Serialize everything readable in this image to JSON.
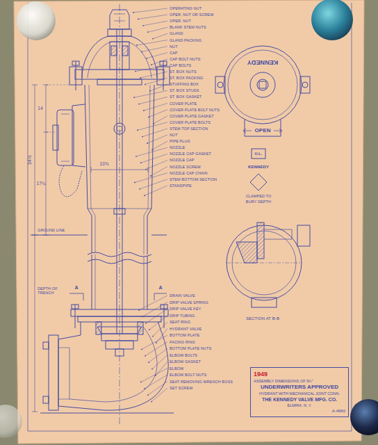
{
  "diagram": {
    "nodes": [
      {
        "text": [
          "1949",
          "ASSEMBLY DIMENSIONS OF 5¼\"",
          "UNDERWRITERS APPROVED",
          "HYDRANT WITH MECHANICAL JOINT CONN.",
          "THE KENNEDY VALVE MFG. CO.",
          "ELMIRA, N. Y.",
          "A-4960"
        ]
      }
    ],
    "labels": [
      "OPERATING NUT",
      "OPER. NUT OR SCREW",
      "OPER. NUT",
      "BLANK STEM NUTS",
      "GLAND",
      "GLAND PACKING",
      "NUT",
      "CAP",
      "CAP BOLT NUTS",
      "CAP BOLTS",
      "ST. BOX NUTS",
      "ST. BOX PACKING",
      "STUFFING BOX",
      "ST. BOX STUDS",
      "ST. BOX GASKET",
      "COVER PLATE",
      "COVER PLATE BOLT NUTS",
      "COVER PLATE GASKET",
      "COVER PLATE BOLTS",
      "STEM TOP SECTION",
      "NUT",
      "PIPE PLUG",
      "NOZZLE",
      "NOZZLE CAP GASKET",
      "NOZZLE CAP",
      "NOZZLE SCREW",
      "NOZZLE CAP CHAIN",
      "STEM BOTTOM SECTION",
      "STANDPIPE",
      "DRAIN VALVE",
      "DRIP VALVE SPRING",
      "DRIP VALVE KEY",
      "DRIP TUBING",
      "SEAT RING",
      "HYDRANT VALVE",
      "BOTTOM PLATE",
      "FACING RING",
      "BOTTOM PLATE NUTS",
      "ELBOW BOLTS",
      "ELBOW GASKET",
      "ELBOW",
      "ELBOW BOLT NUTS",
      "SEAT REMOVING WRENCH BOSS",
      "SET SCREW",
      "KENNEDY",
      "OPEN",
      "U.L.",
      "KENNEDY",
      "CLAMPED TO",
      "BURY DEPTH",
      "SECTION AT B-B",
      "GROUND LINE",
      "DEPTH OF TRENCH",
      "34½",
      "14",
      "17¼",
      "10⅞",
      "A",
      "A"
    ]
  }
}
